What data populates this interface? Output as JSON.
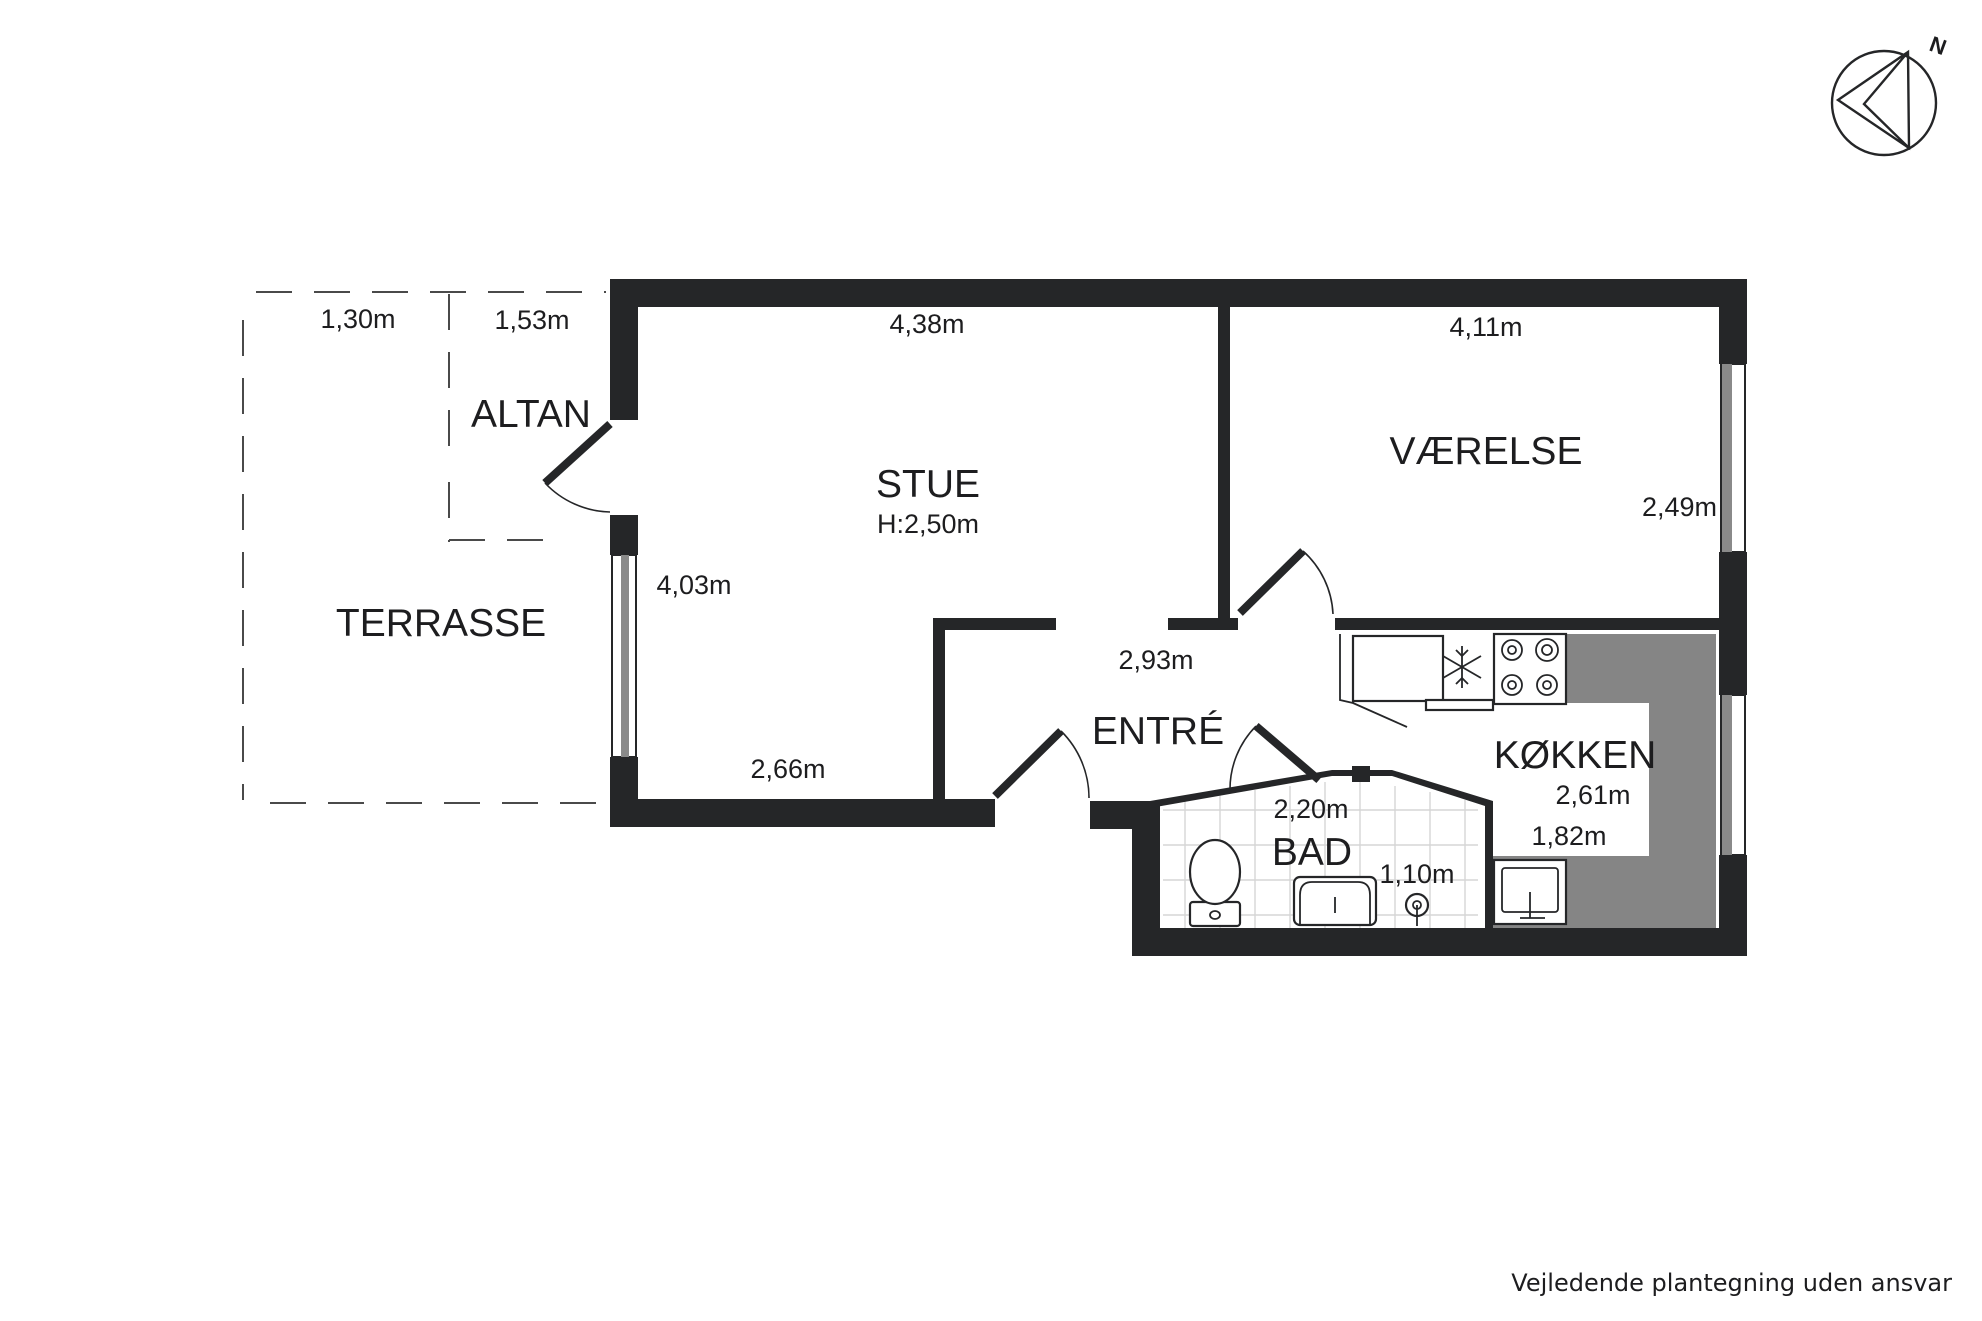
{
  "plan": {
    "rooms": {
      "terrasse": {
        "name": "TERRASSE"
      },
      "altan": {
        "name": "ALTAN"
      },
      "stue": {
        "name": "STUE",
        "height": "H:2,50m"
      },
      "vaerelse": {
        "name": "VÆRELSE"
      },
      "entre": {
        "name": "ENTRÉ"
      },
      "koekken": {
        "name": "KØKKEN"
      },
      "bad": {
        "name": "BAD"
      }
    },
    "dimensions": {
      "terrasse_width": "1,30m",
      "altan_width": "1,53m",
      "stue_width": "4,38m",
      "stue_depth": "4,03m",
      "stue_lower_width": "2,66m",
      "vaerelse_width": "4,11m",
      "vaerelse_depth": "2,49m",
      "entre_width": "2,93m",
      "koekken_width": "2,61m",
      "koekken_depth": "1,82m",
      "bad_width": "2,20m",
      "bad_depth": "1,10m"
    },
    "compass": {
      "label": "N",
      "icon": "north-arrow-icon"
    },
    "icons": {
      "freezer": "snowflake-icon",
      "stove": "stove-burners-icon",
      "toilet": "toilet-icon",
      "sink": "sink-icon",
      "floor_drain": "floor-drain-icon"
    },
    "colors": {
      "wall": "#252628",
      "kitchen_floor": "#858585",
      "window_glass": "#8a8a8a"
    }
  },
  "footer": {
    "disclaimer": "Vejledende plantegning uden ansvar"
  }
}
